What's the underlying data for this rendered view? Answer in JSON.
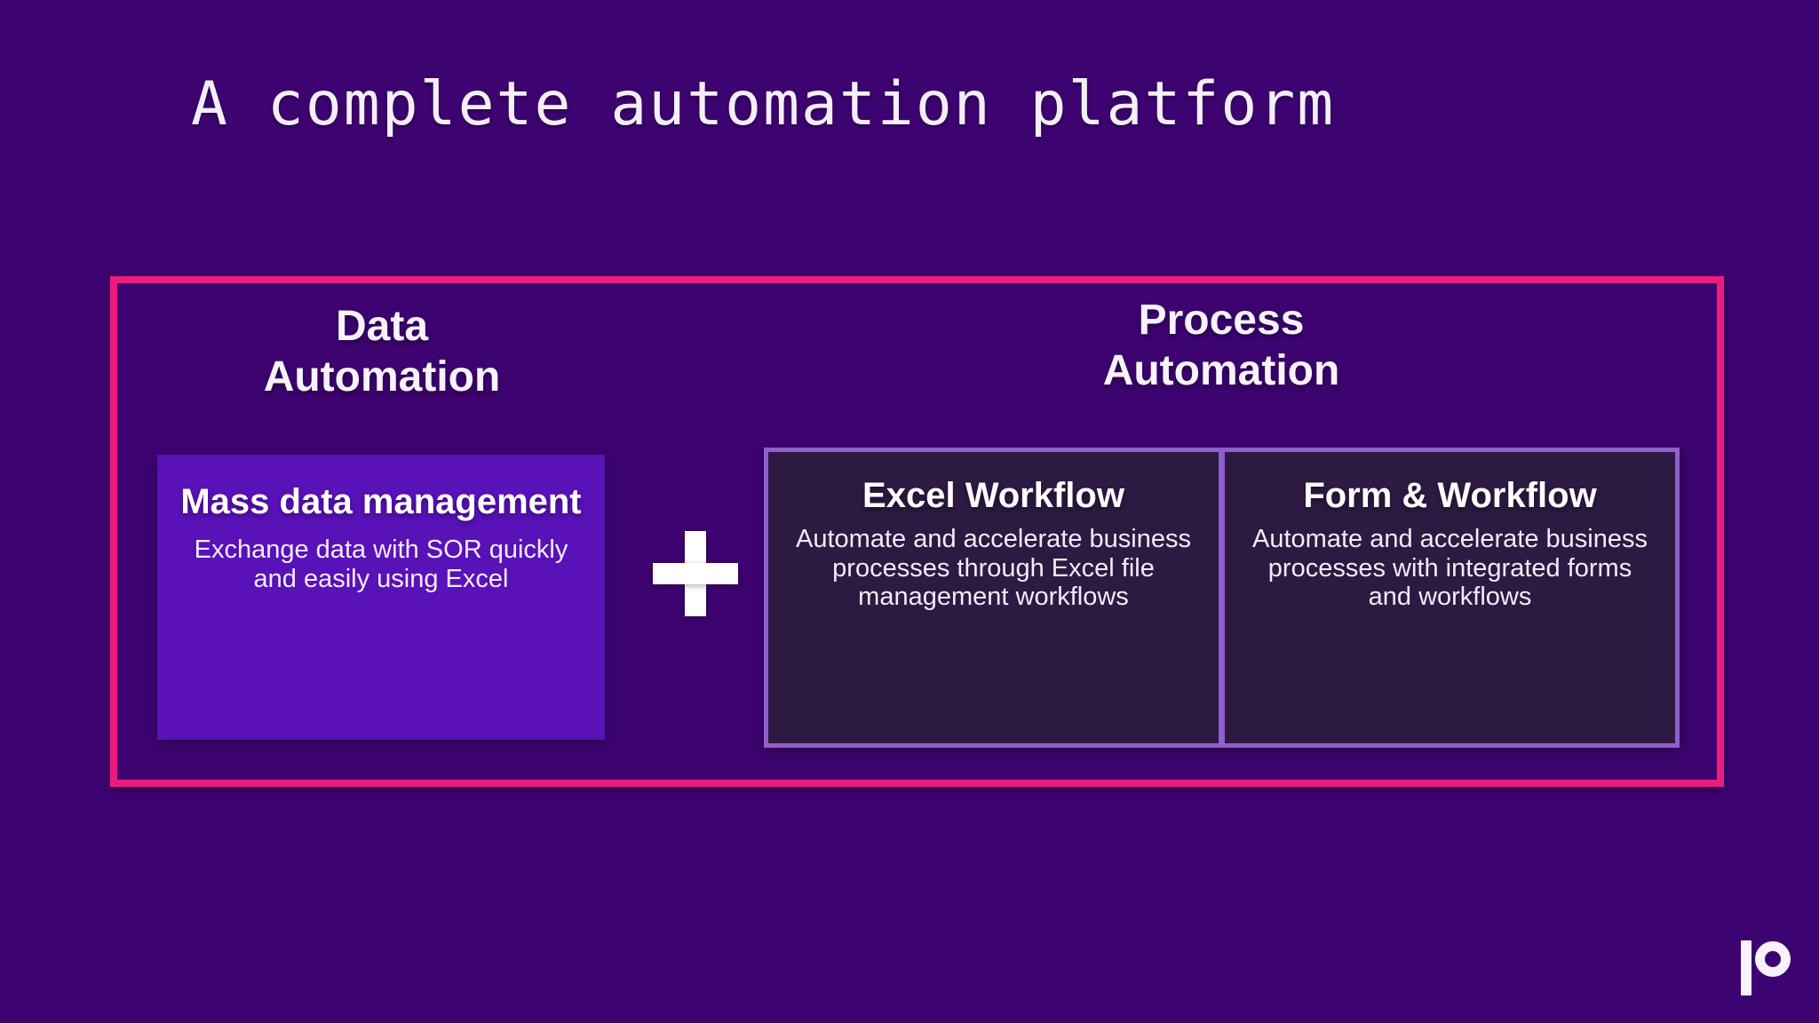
{
  "slide": {
    "title": "A complete automation platform",
    "background_color": "#3d0370",
    "accent_border_color": "#ee1b7e"
  },
  "columns": {
    "data_automation": {
      "heading": "Data\nAutomation",
      "card": {
        "title": "Mass data management",
        "body": "Exchange data with SOR quickly and easily using Excel",
        "background_color": "#5911b8"
      }
    },
    "connector": {
      "symbol": "+",
      "name": "plus-sign"
    },
    "process_automation": {
      "heading": "Process\nAutomation",
      "cards": [
        {
          "title": "Excel Workflow",
          "body": "Automate and accelerate business processes through Excel file management workflows"
        },
        {
          "title": "Form & Workflow",
          "body": "Automate and accelerate business processes with integrated forms and workflows"
        }
      ],
      "border_color": "#8f5fcc",
      "background_color": "#2c1a42"
    }
  },
  "brand": {
    "name": "p-logo",
    "color": "#f6f1fa"
  }
}
